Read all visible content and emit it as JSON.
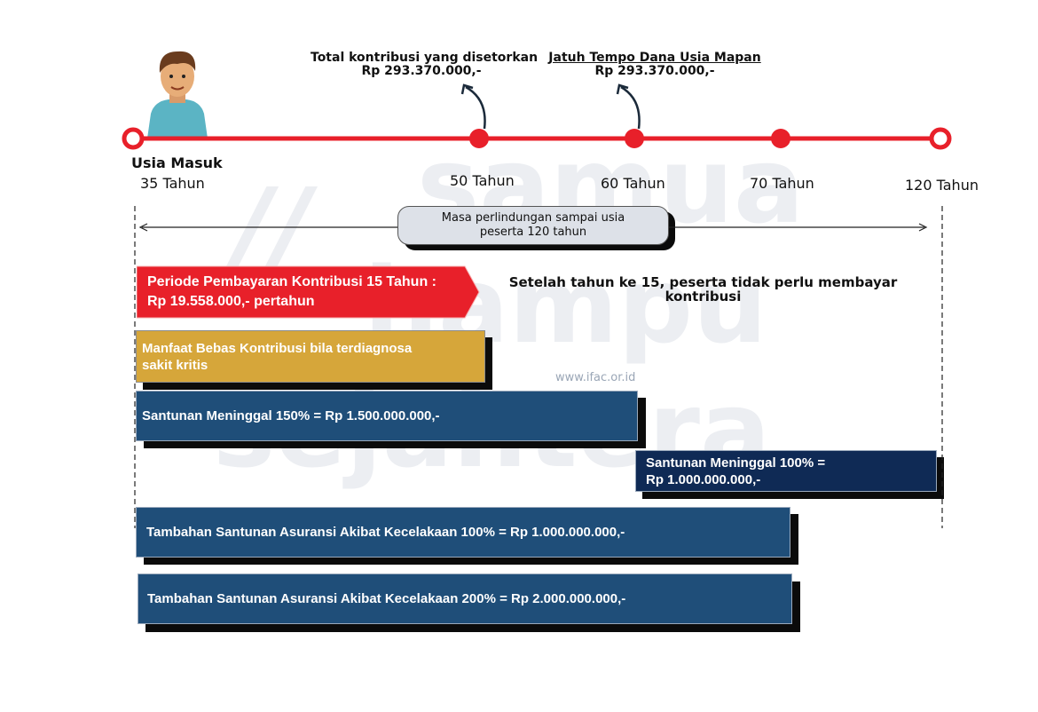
{
  "watermark": {
    "lines": [
      "samua",
      "hampu",
      "sejahtera"
    ],
    "slash": "//"
  },
  "website": "www.ifac.or.id",
  "annotations": [
    {
      "line1": "Total kontribusi yang disetorkan",
      "line2": "Rp 293.370.000,-"
    },
    {
      "line1": "Jatuh Tempo Dana Usia Mapan",
      "line2": "Rp 293.370.000,-"
    }
  ],
  "timeline": {
    "start_title": "Usia Masuk",
    "labels": [
      "35 Tahun",
      "50 Tahun",
      "60 Tahun",
      "70 Tahun",
      "120 Tahun"
    ]
  },
  "protection_period": {
    "line1": "Masa perlindungan sampai usia",
    "line2": "peserta 120 tahun"
  },
  "payment_period": {
    "line1": "Periode Pembayaran Kontribusi 15 Tahun :",
    "line2": "Rp 19.558.000,- pertahun"
  },
  "after_payment_note": {
    "line1": "Setelah tahun ke 15, peserta tidak perlu membayar",
    "line2": "kontribusi"
  },
  "benefits": {
    "waiver": {
      "line1": "Manfaat Bebas Kontribusi bila terdiagnosa",
      "line2": "sakit kritis"
    },
    "death_150": "Santunan Meninggal 150% = Rp 1.500.000.000,-",
    "death_100": {
      "line1": "Santunan Meninggal 100% =",
      "line2": "Rp 1.000.000.000,-"
    },
    "accident_100": "Tambahan Santunan Asuransi Akibat Kecelakaan 100% = Rp 1.000.000.000,-",
    "accident_200": "Tambahan Santunan Asuransi Akibat Kecelakaan 200% = Rp 2.000.000.000,-"
  },
  "colors": {
    "timeline_red": "#e8202a",
    "payment_red": "#e8202a",
    "waiver_gold": "#d6a63a",
    "blue_bar": "#1f4e79",
    "navy_bar": "#0f2a55",
    "pill": "#dde1e8"
  }
}
